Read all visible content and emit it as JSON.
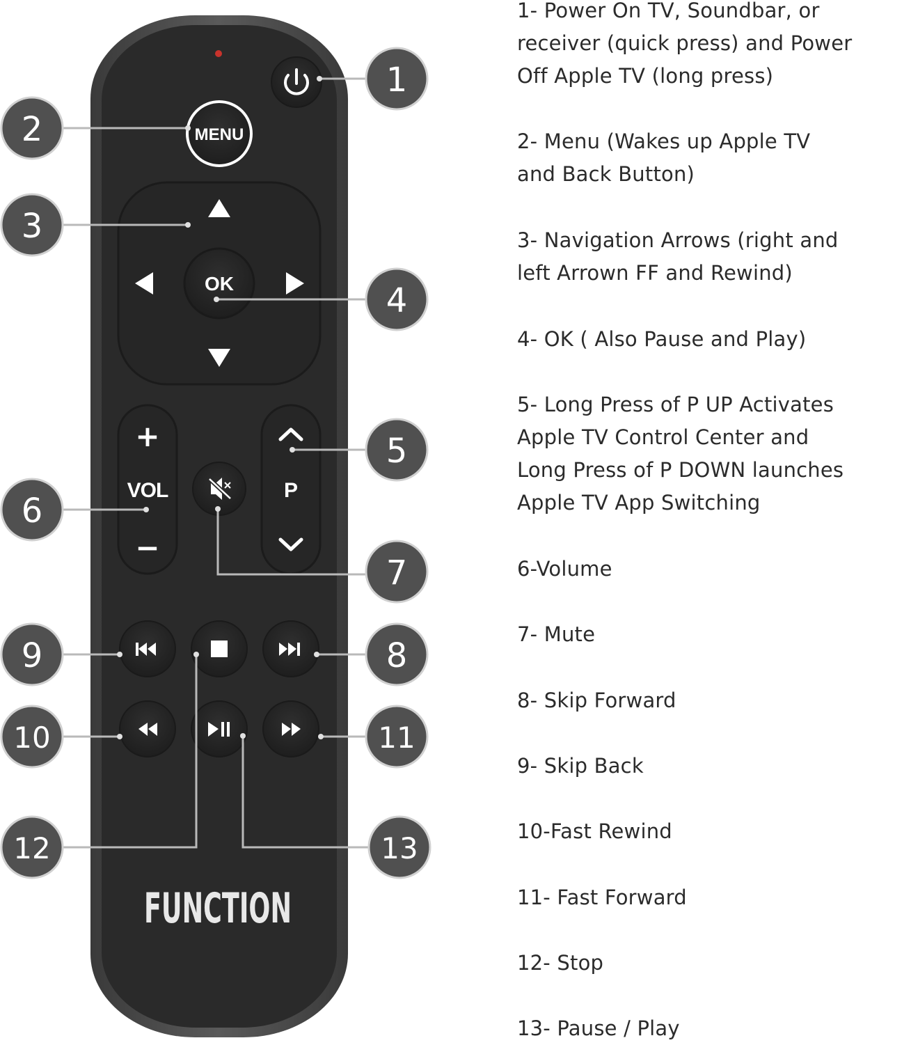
{
  "colors": {
    "remote_body": "#2a2a2a",
    "remote_frame": "#4a4a4a",
    "callout_circle": "#505050",
    "callout_line": "#b9b9b9",
    "button_text": "#ffffff",
    "led": "#c8332c",
    "legend_text": "#2b2b2b"
  },
  "remote": {
    "brand": "FUNCTION",
    "menu_label": "MENU",
    "ok_label": "OK",
    "vol_label": "VOL",
    "vol_plus": "+",
    "vol_minus": "−",
    "p_label": "P",
    "icons": [
      "power-icon",
      "arrow-up-icon",
      "arrow-down-icon",
      "arrow-left-icon",
      "arrow-right-icon",
      "chevron-up-icon",
      "chevron-down-icon",
      "mute-icon",
      "skip-back-icon",
      "stop-icon",
      "skip-forward-icon",
      "rewind-icon",
      "play-pause-icon",
      "fast-forward-icon"
    ]
  },
  "callouts": [
    "1",
    "2",
    "3",
    "4",
    "5",
    "6",
    "7",
    "8",
    "9",
    "10",
    "11",
    "12",
    "13"
  ],
  "legend": [
    "1- Power On TV, Soundbar, or\nreceiver (quick press) and Power\nOff Apple TV (long press)",
    "2- Menu (Wakes up Apple TV\nand  Back Button)",
    "3- Navigation Arrows (right and\nleft Arrown FF and Rewind)",
    "4- OK ( Also Pause and Play)",
    "5- Long Press of P UP Activates\nApple TV Control Center and\nLong Press of P DOWN launches\nApple TV App Switching",
    "6-Volume",
    "7- Mute",
    "8- Skip Forward",
    "9- Skip Back",
    "10-Fast Rewind",
    "11- Fast Forward",
    "12- Stop",
    "13- Pause / Play"
  ]
}
